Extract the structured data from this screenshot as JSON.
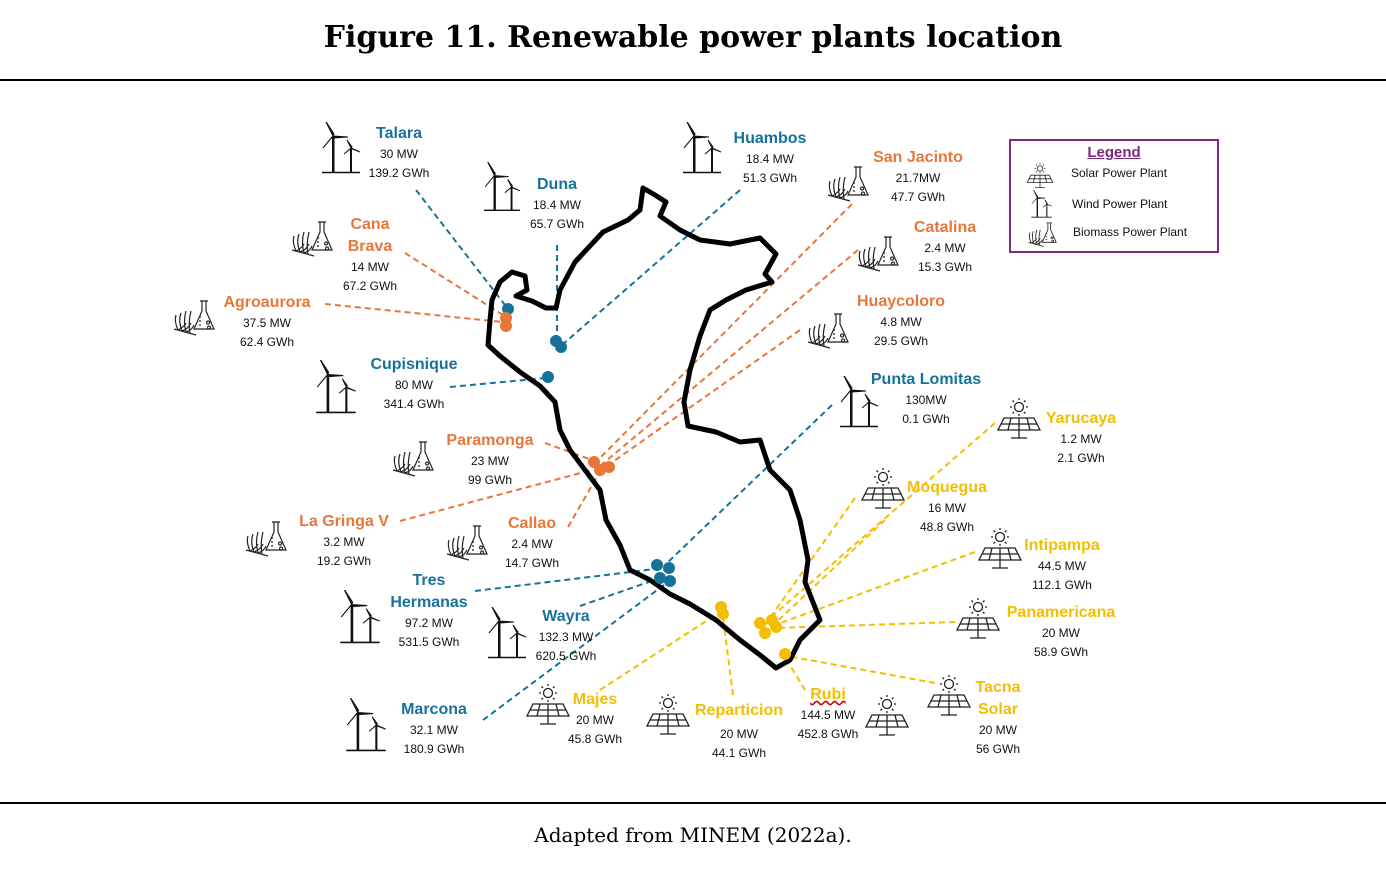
{
  "title": "Figure 11. Renewable power plants location",
  "caption": "Adapted from MINEM (2022a).",
  "colors": {
    "wind": "#17729b",
    "biomass": "#e8763a",
    "solar": "#f4be00",
    "legend_border": "#7b2a7f"
  },
  "legend": {
    "title": "Legend",
    "items": [
      {
        "icon": "solar-panel-icon",
        "label": "Solar Power Plant"
      },
      {
        "icon": "wind-turbine-icon",
        "label": "Wind Power Plant"
      },
      {
        "icon": "biomass-icon",
        "label": "Biomass Power Plant"
      }
    ]
  },
  "plants": [
    {
      "name": "Talara",
      "type": "wind",
      "capacity": "30 MW",
      "energy": "139.2  GWh"
    },
    {
      "name": "Duna",
      "type": "wind",
      "capacity": "18.4 MW",
      "energy": "65.7  GWh"
    },
    {
      "name": "Huambos",
      "type": "wind",
      "capacity": "18.4 MW",
      "energy": "51.3  GWh"
    },
    {
      "name": "Cana Brava",
      "name_lines": [
        "Cana",
        "Brava"
      ],
      "type": "biomass",
      "capacity": "14 MW",
      "energy": "67.2  GWh"
    },
    {
      "name": "Agroaurora",
      "type": "biomass",
      "capacity": "37.5 MW",
      "energy": "62.4  GWh"
    },
    {
      "name": "Cupisnique",
      "type": "wind",
      "capacity": "80 MW",
      "energy": "341.4  GWh"
    },
    {
      "name": "Paramonga",
      "type": "biomass",
      "capacity": "23 MW",
      "energy": "99  GWh"
    },
    {
      "name": "San Jacinto",
      "type": "biomass",
      "capacity": "21.7MW",
      "energy": "47.7 GWh"
    },
    {
      "name": "Catalina",
      "type": "biomass",
      "capacity": "2.4 MW",
      "energy": "15.3  GWh"
    },
    {
      "name": "Huaycoloro",
      "type": "biomass",
      "capacity": "4.8 MW",
      "energy": "29.5  GWh"
    },
    {
      "name": "Punta Lomitas",
      "type": "wind",
      "capacity": "130MW",
      "energy": "0.1 GWh"
    },
    {
      "name": "Yarucaya",
      "type": "solar",
      "capacity": "1.2 MW",
      "energy": "2.1  GWh"
    },
    {
      "name": "Moquegua",
      "type": "solar",
      "capacity": "16 MW",
      "energy": "48.8  GWh"
    },
    {
      "name": "Intipampa",
      "type": "solar",
      "capacity": "44.5 MW",
      "energy": "112.1  GWh"
    },
    {
      "name": "Panamericana",
      "type": "solar",
      "capacity": "20 MW",
      "energy": "58.9  GWh"
    },
    {
      "name": "Tacna Solar",
      "name_lines": [
        "Tacna",
        "Solar"
      ],
      "type": "solar",
      "capacity": "20 MW",
      "energy": "56  GWh"
    },
    {
      "name": "Rubi",
      "type": "solar",
      "capacity": "144.5 MW",
      "energy": "452.8  GWh"
    },
    {
      "name": "Reparticion",
      "type": "solar",
      "capacity": "20 MW",
      "energy": "44.1 GWh"
    },
    {
      "name": "Majes",
      "type": "solar",
      "capacity": "20 MW",
      "energy": "45.8  GWh"
    },
    {
      "name": "Marcona",
      "type": "wind",
      "capacity": "32.1 MW",
      "energy": "180.9 GWh"
    },
    {
      "name": "Wayra",
      "type": "wind",
      "capacity": "132.3 MW",
      "energy": "620.5  GWh"
    },
    {
      "name": "Tres Hermanas",
      "name_lines": [
        "Tres",
        "Hermanas"
      ],
      "type": "wind",
      "capacity": "97.2 MW",
      "energy": "531.5 GWh"
    },
    {
      "name": "Callao",
      "type": "biomass",
      "capacity": "2.4 MW",
      "energy": "14.7  GWh"
    },
    {
      "name": "La Gringa V",
      "type": "biomass",
      "capacity": "3.2 MW",
      "energy": "19.2  GWh"
    }
  ]
}
